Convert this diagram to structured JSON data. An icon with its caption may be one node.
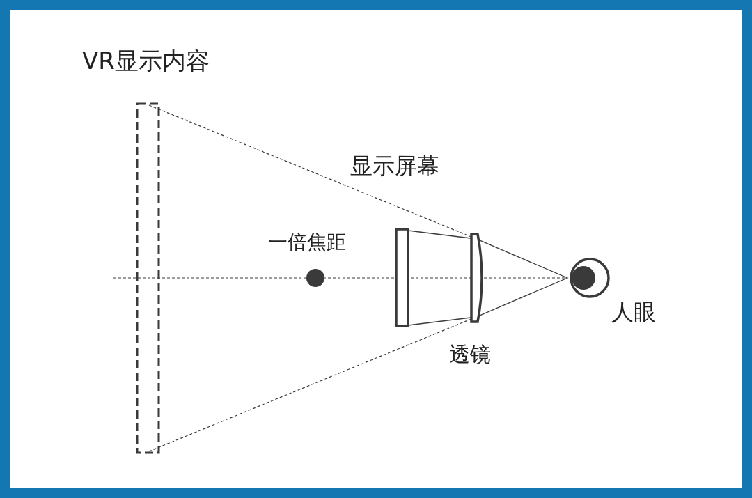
{
  "diagram": {
    "labels": [
      "VR显示内容",
      "显示屏幕",
      "一倍焦距",
      "透镜",
      "人眼"
    ]
  }
}
